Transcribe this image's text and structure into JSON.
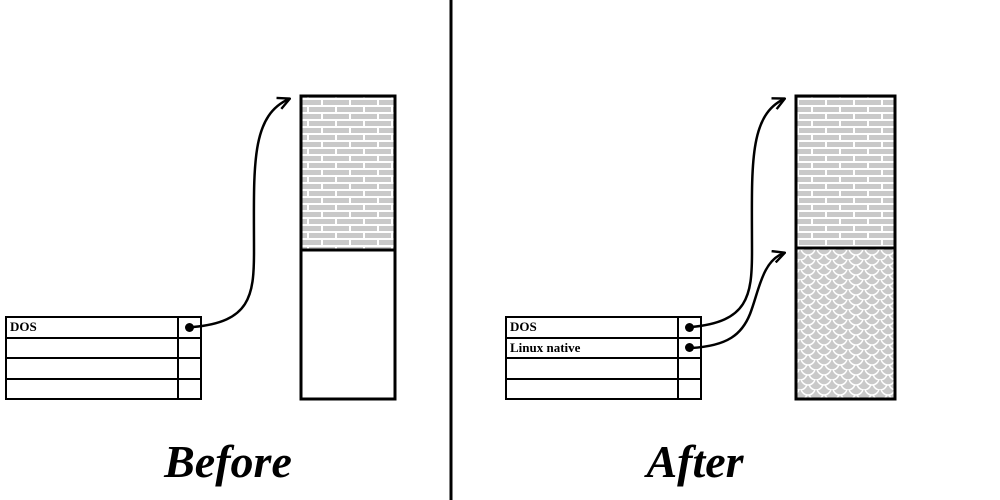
{
  "colors": {
    "ink": "#000000",
    "pattern_gray": "#c9c9c9",
    "background": "#ffffff"
  },
  "before": {
    "label": "Before",
    "table": {
      "rows": [
        {
          "label": "DOS",
          "has_pointer": true
        },
        {
          "label": "",
          "has_pointer": false
        },
        {
          "label": "",
          "has_pointer": false
        },
        {
          "label": "",
          "has_pointer": false
        }
      ]
    },
    "disk": {
      "segments": [
        "brick",
        "empty"
      ]
    }
  },
  "after": {
    "label": "After",
    "table": {
      "rows": [
        {
          "label": "DOS",
          "has_pointer": true
        },
        {
          "label": "Linux native",
          "has_pointer": true
        },
        {
          "label": "",
          "has_pointer": false
        },
        {
          "label": "",
          "has_pointer": false
        }
      ]
    },
    "disk": {
      "segments": [
        "brick",
        "scales"
      ]
    }
  }
}
